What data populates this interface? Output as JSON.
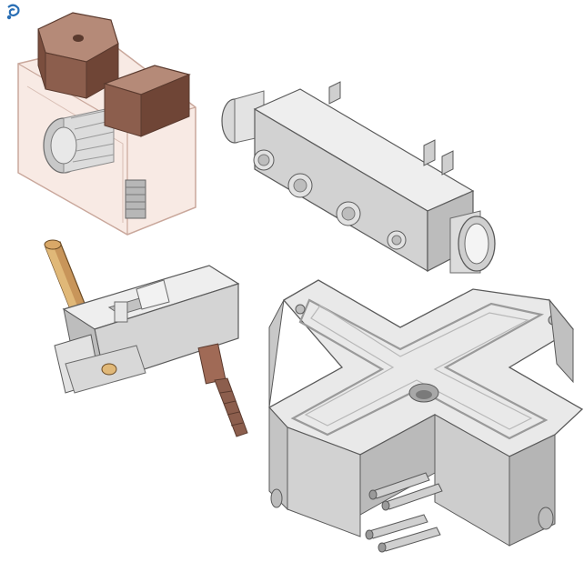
{
  "scene": {
    "background": "#ffffff",
    "colors": {
      "steel_light": "#eeeeee",
      "steel_mid": "#d2d2d2",
      "steel_dark": "#a9a9a9",
      "outline": "#5a5a5a",
      "copper_top": "#b58a78",
      "copper_side": "#8c5e4d",
      "copper_dark": "#6f4536",
      "brass_light": "#e0b878",
      "brass_dark": "#a87a3c",
      "transparent_body": "#f3d8ce",
      "logo_blue": "#2a6fb5"
    },
    "objects": [
      "transparent-block-with-copper-electrodes",
      "manifold-bar-with-ports",
      "clamp-block-with-pins",
      "cross-shaped-cooling-plate"
    ],
    "logo_icon": "swirl-logo-icon"
  }
}
